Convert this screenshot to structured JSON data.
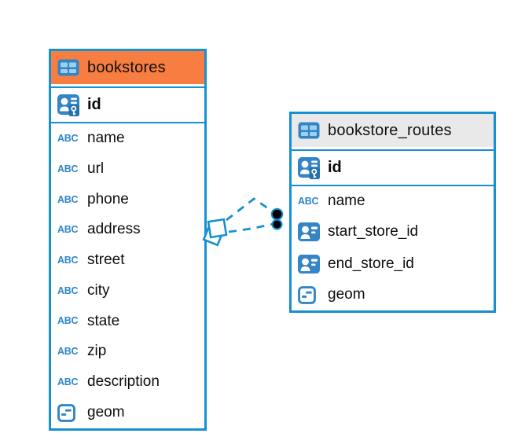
{
  "canvas": {
    "background": "#ffffff"
  },
  "colors": {
    "table_border": "#1590d2",
    "header_orange": "#f77d41",
    "header_gray": "#e9e9e9",
    "icon_blue": "#3385c6",
    "icon_cell_blue": "#9ecfee",
    "connector_blue": "#1590d2",
    "dot_fill": "#000000",
    "text": "#0d0d0d"
  },
  "icons": {
    "text_type_label": "ABC"
  },
  "tables": [
    {
      "name": "bookstores",
      "header_style": "orange",
      "primary_key": {
        "name": "id",
        "icon": "primary-key-icon"
      },
      "columns": [
        {
          "name": "name",
          "type": "text"
        },
        {
          "name": "url",
          "type": "text"
        },
        {
          "name": "phone",
          "type": "text"
        },
        {
          "name": "address",
          "type": "text"
        },
        {
          "name": "street",
          "type": "text"
        },
        {
          "name": "city",
          "type": "text"
        },
        {
          "name": "state",
          "type": "text"
        },
        {
          "name": "zip",
          "type": "text"
        },
        {
          "name": "description",
          "type": "text"
        },
        {
          "name": "geom",
          "type": "geometry"
        }
      ]
    },
    {
      "name": "bookstore_routes",
      "header_style": "gray",
      "primary_key": {
        "name": "id",
        "icon": "primary-key-icon"
      },
      "columns": [
        {
          "name": "name",
          "type": "text"
        },
        {
          "name": "start_store_id",
          "type": "reference"
        },
        {
          "name": "end_store_id",
          "type": "reference"
        },
        {
          "name": "geom",
          "type": "geometry"
        }
      ]
    }
  ],
  "relationship": {
    "between": [
      "bookstores",
      "bookstore_routes"
    ],
    "line_style": "dashed",
    "line_count": 2,
    "left_marker": "double-square",
    "right_marker": "double-dot"
  }
}
